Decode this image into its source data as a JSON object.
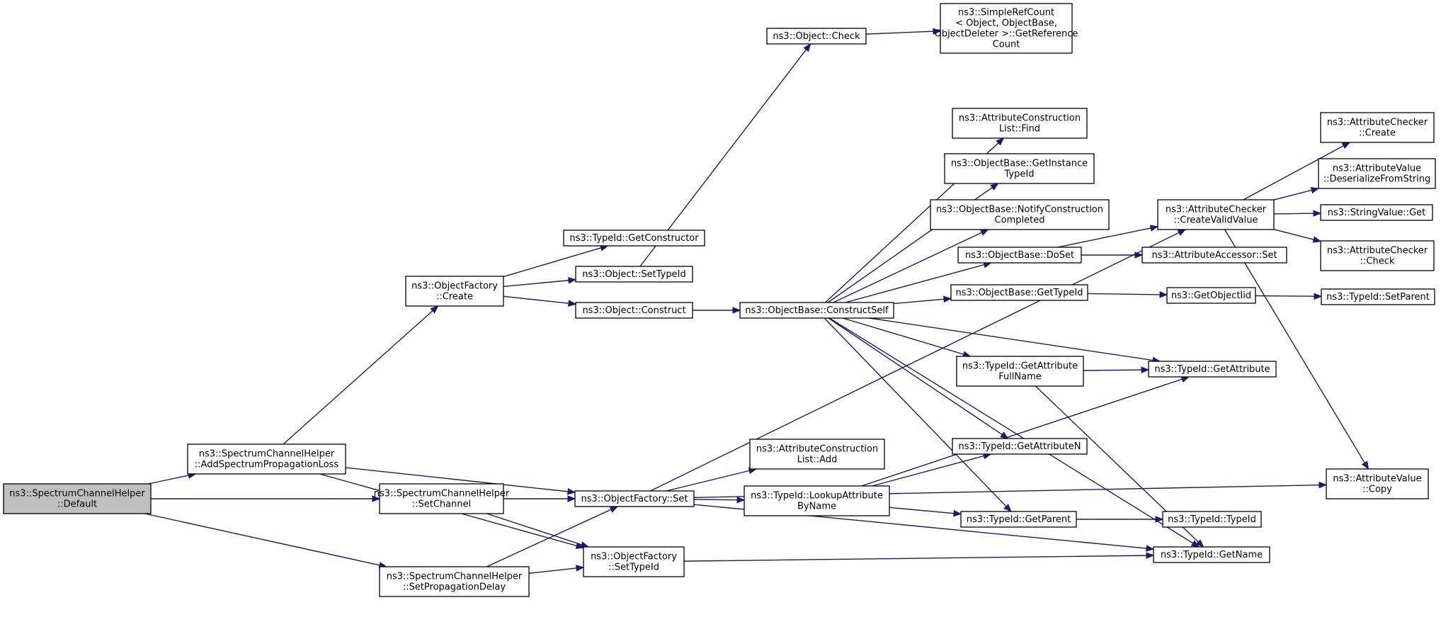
{
  "colors": {
    "edge": "#191970",
    "root_fill": "#bfbfbf",
    "node_fill": "#ffffff",
    "node_border": "#000000"
  },
  "nodes": [
    {
      "id": "default",
      "lines": [
        "ns3::SpectrumChannelHelper",
        "::Default"
      ],
      "root": true
    },
    {
      "id": "addloss",
      "lines": [
        "ns3::SpectrumChannelHelper",
        "::AddSpectrumPropagationLoss"
      ]
    },
    {
      "id": "setchannel",
      "lines": [
        "ns3::SpectrumChannelHelper",
        "::SetChannel"
      ]
    },
    {
      "id": "setdelay",
      "lines": [
        "ns3::SpectrumChannelHelper",
        "::SetPropagationDelay"
      ]
    },
    {
      "id": "ofcreate",
      "lines": [
        "ns3::ObjectFactory",
        "::Create"
      ]
    },
    {
      "id": "ofset",
      "lines": [
        "ns3::ObjectFactory::Set"
      ]
    },
    {
      "id": "ofsettypeid",
      "lines": [
        "ns3::ObjectFactory",
        "::SetTypeId"
      ]
    },
    {
      "id": "tgetctor",
      "lines": [
        "ns3::TypeId::GetConstructor"
      ]
    },
    {
      "id": "osettypeid",
      "lines": [
        "ns3::Object::SetTypeId"
      ]
    },
    {
      "id": "oconstruct",
      "lines": [
        "ns3::Object::Construct"
      ]
    },
    {
      "id": "ocheck",
      "lines": [
        "ns3::Object::Check"
      ]
    },
    {
      "id": "refcount",
      "lines": [
        "ns3::SimpleRefCount",
        "< Object, ObjectBase,",
        "ObjectDeleter >::GetReference",
        "Count"
      ]
    },
    {
      "id": "obconstructself",
      "lines": [
        "ns3::ObjectBase::ConstructSelf"
      ]
    },
    {
      "id": "aclfind",
      "lines": [
        "ns3::AttributeConstruction",
        "List::Find"
      ]
    },
    {
      "id": "obgetinst",
      "lines": [
        "ns3::ObjectBase::GetInstance",
        "TypeId"
      ]
    },
    {
      "id": "obnotify",
      "lines": [
        "ns3::ObjectBase::NotifyConstruction",
        "Completed"
      ]
    },
    {
      "id": "obdoset",
      "lines": [
        "ns3::ObjectBase::DoSet"
      ]
    },
    {
      "id": "obgettypeid",
      "lines": [
        "ns3::ObjectBase::GetTypeId"
      ]
    },
    {
      "id": "tgetattrfull",
      "lines": [
        "ns3::TypeId::GetAttribute",
        "FullName"
      ]
    },
    {
      "id": "tgetattrn",
      "lines": [
        "ns3::TypeId::GetAttributeN"
      ]
    },
    {
      "id": "tgetparent",
      "lines": [
        "ns3::TypeId::GetParent"
      ]
    },
    {
      "id": "acladd",
      "lines": [
        "ns3::AttributeConstruction",
        "List::Add"
      ]
    },
    {
      "id": "tlookup",
      "lines": [
        "ns3::TypeId::LookupAttribute",
        "ByName"
      ]
    },
    {
      "id": "accreatevalid",
      "lines": [
        "ns3::AttributeChecker",
        "::CreateValidValue"
      ]
    },
    {
      "id": "aaset",
      "lines": [
        "ns3::AttributeAccessor::Set"
      ]
    },
    {
      "id": "getobjectiid",
      "lines": [
        "ns3::GetObjectIid"
      ]
    },
    {
      "id": "tgetattr",
      "lines": [
        "ns3::TypeId::GetAttribute"
      ]
    },
    {
      "id": "ttypeid",
      "lines": [
        "ns3::TypeId::TypeId"
      ]
    },
    {
      "id": "tgetname",
      "lines": [
        "ns3::TypeId::GetName"
      ]
    },
    {
      "id": "accreate",
      "lines": [
        "ns3::AttributeChecker",
        "::Create"
      ]
    },
    {
      "id": "avdeser",
      "lines": [
        "ns3::AttributeValue",
        "::DeserializeFromString"
      ]
    },
    {
      "id": "svget",
      "lines": [
        "ns3::StringValue::Get"
      ]
    },
    {
      "id": "accheck",
      "lines": [
        "ns3::AttributeChecker",
        "::Check"
      ]
    },
    {
      "id": "tsetparent",
      "lines": [
        "ns3::TypeId::SetParent"
      ]
    },
    {
      "id": "avcopy",
      "lines": [
        "ns3::AttributeValue",
        "::Copy"
      ]
    }
  ],
  "edges": [
    [
      "default",
      "addloss"
    ],
    [
      "default",
      "setchannel"
    ],
    [
      "default",
      "setdelay"
    ],
    [
      "addloss",
      "ofcreate"
    ],
    [
      "addloss",
      "ofset"
    ],
    [
      "addloss",
      "ofsettypeid"
    ],
    [
      "setchannel",
      "ofset"
    ],
    [
      "setchannel",
      "ofsettypeid"
    ],
    [
      "setdelay",
      "ofset"
    ],
    [
      "setdelay",
      "ofsettypeid"
    ],
    [
      "ofcreate",
      "tgetctor"
    ],
    [
      "ofcreate",
      "osettypeid"
    ],
    [
      "ofcreate",
      "oconstruct"
    ],
    [
      "osettypeid",
      "ocheck"
    ],
    [
      "ocheck",
      "refcount"
    ],
    [
      "oconstruct",
      "obconstructself"
    ],
    [
      "ofset",
      "accreatevalid"
    ],
    [
      "ofset",
      "acladd"
    ],
    [
      "ofset",
      "tlookup"
    ],
    [
      "ofset",
      "tgetname"
    ],
    [
      "ofset",
      "avcopy"
    ],
    [
      "ofsettypeid",
      "tgetname"
    ],
    [
      "obconstructself",
      "aclfind"
    ],
    [
      "obconstructself",
      "obgetinst"
    ],
    [
      "obconstructself",
      "obnotify"
    ],
    [
      "obconstructself",
      "obdoset"
    ],
    [
      "obconstructself",
      "obgettypeid"
    ],
    [
      "obconstructself",
      "tgetattrfull"
    ],
    [
      "obconstructself",
      "tgetattr"
    ],
    [
      "obconstructself",
      "tgetattrn"
    ],
    [
      "obconstructself",
      "tgetparent"
    ],
    [
      "obconstructself",
      "tgetname"
    ],
    [
      "obdoset",
      "accreatevalid"
    ],
    [
      "obdoset",
      "aaset"
    ],
    [
      "obgettypeid",
      "getobjectiid"
    ],
    [
      "getobjectiid",
      "tsetparent"
    ],
    [
      "tgetattrfull",
      "tgetattr"
    ],
    [
      "tgetattrfull",
      "tgetname"
    ],
    [
      "tlookup",
      "tgetattrn"
    ],
    [
      "tlookup",
      "tgetattr"
    ],
    [
      "tlookup",
      "tgetparent"
    ],
    [
      "tgetparent",
      "ttypeid"
    ],
    [
      "accreatevalid",
      "accreate"
    ],
    [
      "accreatevalid",
      "avdeser"
    ],
    [
      "accreatevalid",
      "svget"
    ],
    [
      "accreatevalid",
      "accheck"
    ],
    [
      "accreatevalid",
      "avcopy"
    ]
  ]
}
